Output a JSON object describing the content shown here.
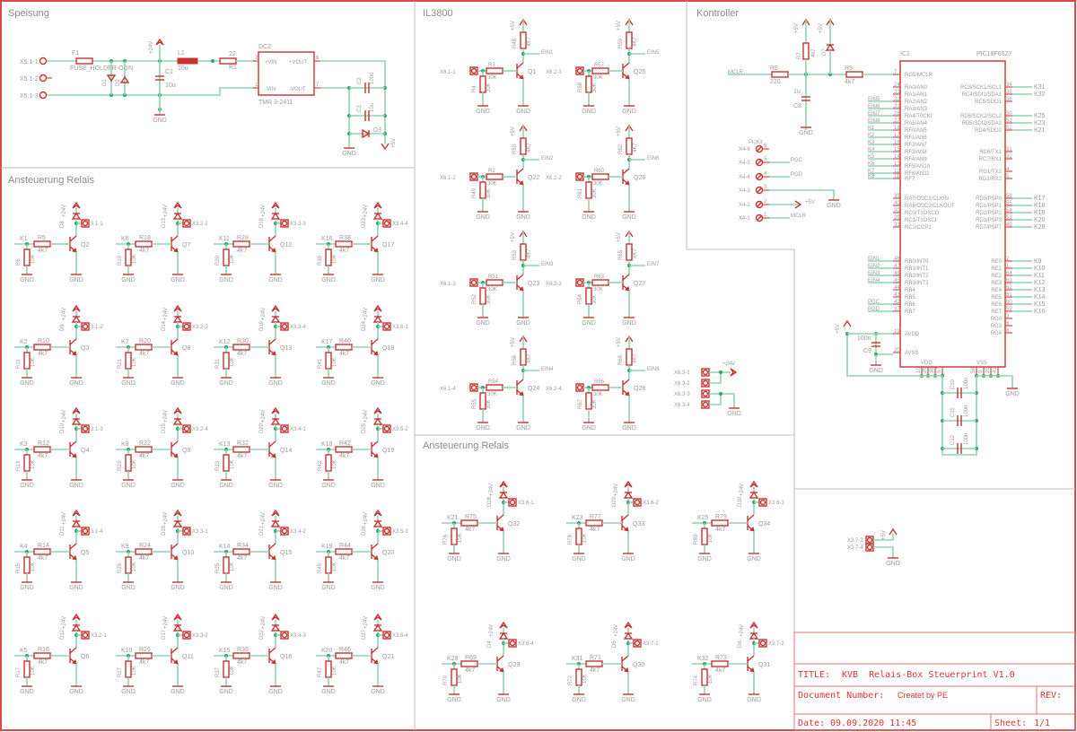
{
  "sections": {
    "power": "Speisung",
    "relay_left": "Ansteuerung Relais",
    "inputs": "IL3800",
    "controller": "Kontroller",
    "relay_right": "Ansteuerung Relais"
  },
  "power": {
    "connectors": [
      "X5.1-1",
      "X5.1-2",
      "X5.1-3"
    ],
    "fuse": {
      "ref": "F1",
      "value": "FUSE_HOLDER-OGN"
    },
    "diodes": [
      "D1",
      "D2"
    ],
    "cap_c1": {
      "ref": "C1",
      "value": "10u"
    },
    "supply_24v": "+24V",
    "inductor": {
      "ref": "L1",
      "value": "10u"
    },
    "resistor": {
      "ref": "R1",
      "value": "22"
    },
    "dcdc": {
      "ref": "DC2",
      "part": "TMR 3-2411",
      "pins": {
        "vin_p": "+VIN",
        "vin_n": "-VIN",
        "vout_p": "+VOUT",
        "vout_n": "-VOUT",
        "n2": "2",
        "n1": "1",
        "n6": "6",
        "n7": "7"
      }
    },
    "c2": {
      "ref": "C2",
      "value": "100n"
    },
    "c3": {
      "ref": "C3",
      "value": "10u"
    },
    "d3": "D3",
    "gnd": "GND",
    "supply_5v": "+5V"
  },
  "relay_left": {
    "supply": "+24V",
    "gnd": "GND",
    "base_value": "4k7",
    "pulldown_value": "10K",
    "cells": [
      [
        {
          "k": "K1",
          "rb": "R5",
          "rp": "R6",
          "d": "D8",
          "q": "Q2",
          "x": "3.1-1"
        },
        {
          "k": "K6",
          "rb": "R18",
          "rp": "R19",
          "d": "D13",
          "q": "Q7",
          "x": "X3.2-2"
        },
        {
          "k": "K11",
          "rb": "R28",
          "rp": "R29",
          "d": "D18",
          "q": "Q12",
          "x": "X3.3-3"
        },
        {
          "k": "K16",
          "rb": "R38",
          "rp": "R39",
          "d": "D23",
          "q": "Q17",
          "x": "X3.4-4"
        }
      ],
      [
        {
          "k": "K2",
          "rb": "R10",
          "rp": "R11",
          "d": "D9",
          "q": "Q3",
          "x": "3.1-2"
        },
        {
          "k": "K7",
          "rb": "R20",
          "rp": "R21",
          "d": "D14",
          "q": "Q8",
          "x": "X3.2-3"
        },
        {
          "k": "K12",
          "rb": "R30",
          "rp": "R31",
          "d": "D19",
          "q": "Q13",
          "x": "X3.3-4"
        },
        {
          "k": "K17",
          "rb": "R40",
          "rp": "R41",
          "d": "D24",
          "q": "Q18",
          "x": "X3.5-1"
        }
      ],
      [
        {
          "k": "K3",
          "rb": "R12",
          "rp": "R13",
          "d": "D10",
          "q": "Q4",
          "x": "3.1-3"
        },
        {
          "k": "K8",
          "rb": "R22",
          "rp": "R23",
          "d": "D15",
          "q": "Q9",
          "x": "X3.2-4"
        },
        {
          "k": "K13",
          "rb": "R32",
          "rp": "R33",
          "d": "D20",
          "q": "Q14",
          "x": "X3.4-1"
        },
        {
          "k": "K18",
          "rb": "R42",
          "rp": "R43",
          "d": "D25",
          "q": "Q19",
          "x": "X3.5-2"
        }
      ],
      [
        {
          "k": "K4",
          "rb": "R14",
          "rp": "R15",
          "d": "D11",
          "q": "Q5",
          "x": "3.1-4"
        },
        {
          "k": "K9",
          "rb": "R24",
          "rp": "R25",
          "d": "D16",
          "q": "Q10",
          "x": "X3.3-1"
        },
        {
          "k": "K14",
          "rb": "R34",
          "rp": "R35",
          "d": "D21",
          "q": "Q15",
          "x": "X3.4-2"
        },
        {
          "k": "K19",
          "rb": "R44",
          "rp": "R45",
          "d": "D26",
          "q": "Q20",
          "x": "X3.5-3"
        }
      ],
      [
        {
          "k": "K5",
          "rb": "R16",
          "rp": "R17",
          "d": "D12",
          "q": "Q6",
          "x": "X3.2-1"
        },
        {
          "k": "K10",
          "rb": "R26",
          "rp": "R27",
          "d": "D17",
          "q": "Q11",
          "x": "X3.3-2"
        },
        {
          "k": "K15",
          "rb": "R36",
          "rp": "R37",
          "d": "D22",
          "q": "Q16",
          "x": "X3.4-3"
        },
        {
          "k": "K20",
          "rb": "R46",
          "rp": "R47",
          "d": "D27",
          "q": "Q21",
          "x": "X3.5-4"
        }
      ]
    ]
  },
  "inputs": {
    "supply": "+5V",
    "gnd": "GND",
    "pullup_value": "4K7",
    "base_value": "30K",
    "pulldown_value": "30K",
    "cells": [
      [
        {
          "x": "X6.1-1",
          "rb": "R3",
          "rp": "R4",
          "ru": "R48",
          "q": "Q1",
          "ein": "EIN1"
        },
        {
          "x": "X6.2-1",
          "rb": "R57",
          "rp": "R58",
          "ru": "R59",
          "q": "Q25",
          "ein": "EIN5"
        }
      ],
      [
        {
          "x": "X6.1-2",
          "rb": "R2",
          "rp": "R49",
          "ru": "R50",
          "q": "Q22",
          "ein": "EIN2"
        },
        {
          "x": "X6.2-2",
          "rb": "R60",
          "rp": "R61",
          "ru": "R62",
          "q": "Q26",
          "ein": "EIN6"
        }
      ],
      [
        {
          "x": "X6.1-3",
          "rb": "R51",
          "rp": "R52",
          "ru": "R53",
          "q": "Q23",
          "ein": "EIN3"
        },
        {
          "x": "X6.2-3",
          "rb": "R63",
          "rp": "R64",
          "ru": "R65",
          "q": "Q27",
          "ein": "EIN7"
        }
      ],
      [
        {
          "x": "X6.1-4",
          "rb": "R54",
          "rp": "R55",
          "ru": "R56",
          "q": "Q24",
          "ein": "EIN4"
        },
        {
          "x": "X6.2-4",
          "rb": "R66",
          "rp": "R67",
          "ru": "R68",
          "q": "Q28",
          "ein": "EIN8"
        }
      ]
    ],
    "x63": {
      "pins": [
        "X6.3-1",
        "X6.3-2",
        "X6.3-3",
        "X6.3-4"
      ],
      "supply": "+24V",
      "gnd": "GND"
    }
  },
  "controller": {
    "r8": {
      "ref": "R8",
      "value": "220"
    },
    "r7": {
      "ref": "R7",
      "value": "4k7"
    },
    "d7": "D7",
    "r9": {
      "ref": "R9",
      "value": "4k7"
    },
    "c8": {
      "ref": "C8",
      "value": "1u"
    },
    "mclr": "MCLR",
    "supply": "+5V",
    "gnd": "GND",
    "ic": {
      "ref": "IC1",
      "part": "PIC18F6527"
    },
    "pickit": {
      "label": "PicKit",
      "pins": [
        {
          "name": "X4-6",
          "num": "6",
          "net": ""
        },
        {
          "name": "X4-5",
          "num": "5",
          "net": "PGC"
        },
        {
          "name": "X4-4",
          "num": "4",
          "net": "PGD"
        },
        {
          "name": "X4-3",
          "num": "3",
          "net": "GND"
        },
        {
          "name": "X4-2",
          "num": "2",
          "net": "+5V"
        },
        {
          "name": "X4-1",
          "num": "1",
          "net": "MCLR"
        }
      ]
    },
    "left_pins": [
      {
        "num": "7",
        "name": "RG5/MCLR",
        "net": "MCLR"
      },
      {
        "num": "24",
        "name": "RA0/AN0",
        "net": ""
      },
      {
        "num": "23",
        "name": "RA1/AN1",
        "net": ""
      },
      {
        "num": "22",
        "name": "RA2/AN2",
        "net": "EIN5"
      },
      {
        "num": "21",
        "name": "RA3/AN3",
        "net": "EIN6"
      },
      {
        "num": "28",
        "name": "RA4/T0CKI",
        "net": "EIN7"
      },
      {
        "num": "27",
        "name": "RA5/AN4",
        "net": "EIN8"
      },
      {
        "num": "18",
        "name": "RF0/AN5",
        "net": "K1"
      },
      {
        "num": "17",
        "name": "RF1/AN6",
        "net": "K2"
      },
      {
        "num": "16",
        "name": "RF2/AN7",
        "net": "K3"
      },
      {
        "num": "15",
        "name": "RF3/AN8",
        "net": "K4"
      },
      {
        "num": "14",
        "name": "RF4/AN9",
        "net": "K5"
      },
      {
        "num": "13",
        "name": "RF5/AN10",
        "net": "K6"
      },
      {
        "num": "12",
        "name": "RF6/AN11",
        "net": "K7"
      },
      {
        "num": "11",
        "name": "RF7",
        "net": "K8"
      },
      {
        "num": "39",
        "name": "RA7/OSC1/CLKIN",
        "net": ""
      },
      {
        "num": "40",
        "name": "RA6/OSC2/CLKOUT",
        "net": ""
      },
      {
        "num": "30",
        "name": "RC0/T1OSCO",
        "net": ""
      },
      {
        "num": "29",
        "name": "RC1/T1OSCI",
        "net": ""
      },
      {
        "num": "33",
        "name": "RC2/CCP1",
        "net": ""
      },
      {
        "num": "48",
        "name": "RB0/INT0",
        "net": "EIN1"
      },
      {
        "num": "47",
        "name": "RB1/INT1",
        "net": "EIN2"
      },
      {
        "num": "46",
        "name": "RB2/INT2",
        "net": "EIN3"
      },
      {
        "num": "45",
        "name": "RB3/INT3",
        "net": "EIN4"
      },
      {
        "num": "44",
        "name": "RB4",
        "net": ""
      },
      {
        "num": "43",
        "name": "RB5",
        "net": ""
      },
      {
        "num": "42",
        "name": "RB6",
        "net": "PGC"
      },
      {
        "num": "37",
        "name": "RB7",
        "net": "PGD"
      },
      {
        "num": "19",
        "name": "AVDD",
        "net": ""
      },
      {
        "num": "20",
        "name": "AVSS",
        "net": ""
      }
    ],
    "right_pins": [
      {
        "num": "34",
        "name": "RC3/SCK1/SCL1",
        "net": "K31"
      },
      {
        "num": "35",
        "name": "RC4/SDI1/SDA1",
        "net": "K32"
      },
      {
        "num": "36",
        "name": "RC5/SDO1",
        "net": ""
      },
      {
        "num": "50",
        "name": "RD6/SCK2/SCL2",
        "net": "K25"
      },
      {
        "num": "51",
        "name": "RD5/SDI2/SDA2",
        "net": "K23"
      },
      {
        "num": "52",
        "name": "RD4/SDO2",
        "net": "K21"
      },
      {
        "num": "31",
        "name": "RC6/TX1",
        "net": ""
      },
      {
        "num": "32",
        "name": "RC7/RX1",
        "net": ""
      },
      {
        "num": "4",
        "name": "RG1/TX2",
        "net": ""
      },
      {
        "num": "5",
        "name": "RG2/RX2",
        "net": ""
      },
      {
        "num": "58",
        "name": "RD0/PSP0",
        "net": "K17"
      },
      {
        "num": "55",
        "name": "RD1/PSP1",
        "net": "K18"
      },
      {
        "num": "54",
        "name": "RD2/PSP2",
        "net": "K19"
      },
      {
        "num": "53",
        "name": "RD3/PSP3",
        "net": "K20"
      },
      {
        "num": "49",
        "name": "RD7/PSP7",
        "net": "K28"
      },
      {
        "num": "2",
        "name": "RE0",
        "net": "K9"
      },
      {
        "num": "1",
        "name": "RE1",
        "net": "K10"
      },
      {
        "num": "64",
        "name": "RE2",
        "net": "K11"
      },
      {
        "num": "63",
        "name": "RE3",
        "net": "K12"
      },
      {
        "num": "62",
        "name": "RE4",
        "net": "K13"
      },
      {
        "num": "61",
        "name": "RE5",
        "net": "K14"
      },
      {
        "num": "60",
        "name": "RE6",
        "net": "K15"
      },
      {
        "num": "59",
        "name": "RE7",
        "net": "K16"
      },
      {
        "num": "3",
        "name": "RG0",
        "net": ""
      },
      {
        "num": "6",
        "name": "RG3",
        "net": ""
      },
      {
        "num": "8",
        "name": "RG4",
        "net": ""
      }
    ],
    "vdd": {
      "label": "VDD",
      "pins": [
        "10",
        "26",
        "38",
        "57"
      ]
    },
    "vss": {
      "label": "VSS",
      "pins": [
        "56",
        "9",
        "25",
        "41"
      ]
    },
    "c9": {
      "ref": "C9",
      "value": "100n"
    },
    "decoupling": [
      {
        "ref": "C10",
        "value": "100n"
      },
      {
        "ref": "C11",
        "value": "100n"
      },
      {
        "ref": "C12",
        "value": "100n"
      }
    ]
  },
  "relay_right": {
    "supply": "+24V",
    "gnd": "GND",
    "base_value": "4k7",
    "pulldown_value": "10K",
    "cells": [
      [
        {
          "k": "K21",
          "rb": "R75",
          "rp": "R76",
          "d": "D28",
          "q": "Q32",
          "x": "X3.6-1"
        },
        {
          "k": "K23",
          "rb": "R77",
          "rp": "R78",
          "d": "D29",
          "q": "Q33",
          "x": "X3.6-2"
        },
        {
          "k": "K25",
          "rb": "R79",
          "rp": "R80",
          "d": "D30",
          "q": "Q34",
          "x": "X3.6-3"
        }
      ],
      [
        {
          "k": "K28",
          "rb": "R69",
          "rp": "R70",
          "d": "D4",
          "q": "Q29",
          "x": "X3.6-4"
        },
        {
          "k": "K31",
          "rb": "R71",
          "rp": "R72",
          "d": "D5",
          "q": "Q30",
          "x": "X3.7-1"
        },
        {
          "k": "K32",
          "rb": "R73",
          "rp": "R74",
          "d": "D6",
          "q": "Q31",
          "x": "X3.7-2"
        }
      ]
    ]
  },
  "x37": {
    "pins": [
      "X3.7-3",
      "X3.7-4"
    ],
    "supply": "+5V",
    "gnd": "GND"
  },
  "title_block": {
    "title_label": "TITLE:",
    "title_value": "KVB  Relais-Box Steuerprint V1.0",
    "docnum_label": "Document Number:",
    "docnum_value": "Createt by PE",
    "rev_label": "REV:",
    "date_label": "Date:",
    "date_value": "09.09.2020 11:45",
    "sheet_label": "Sheet:",
    "sheet_value": "1/1"
  }
}
